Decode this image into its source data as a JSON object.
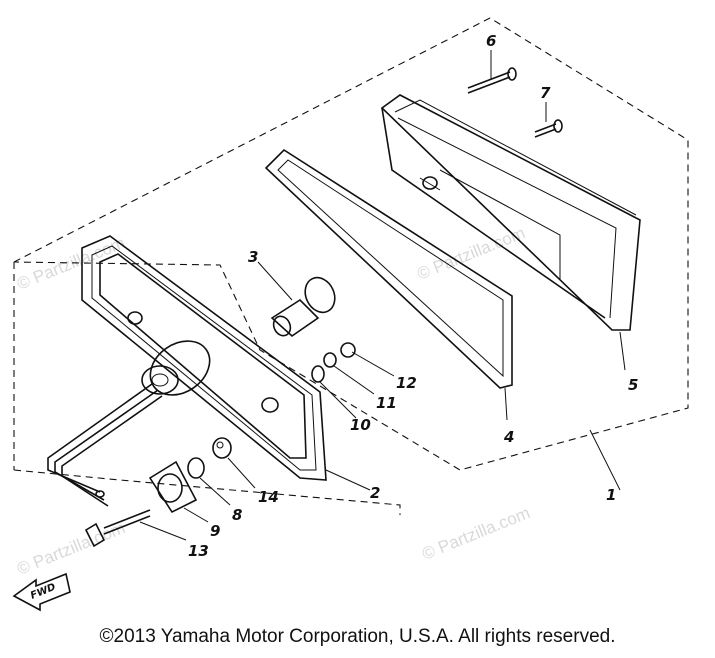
{
  "watermarks": [
    "© Partzilla.com",
    "© Partzilla.com",
    "© Partzilla.com",
    "© Partzilla.com"
  ],
  "callouts": [
    "1",
    "2",
    "3",
    "4",
    "5",
    "6",
    "7",
    "8",
    "9",
    "10",
    "11",
    "12",
    "13",
    "14"
  ],
  "fwd_label": "FWD",
  "copyright": "©2013  Yamaha Motor Corporation, U.S.A. All rights reserved.",
  "colors": {
    "ink": "#111111",
    "watermark": "#d9d9d9",
    "background": "#ffffff"
  }
}
